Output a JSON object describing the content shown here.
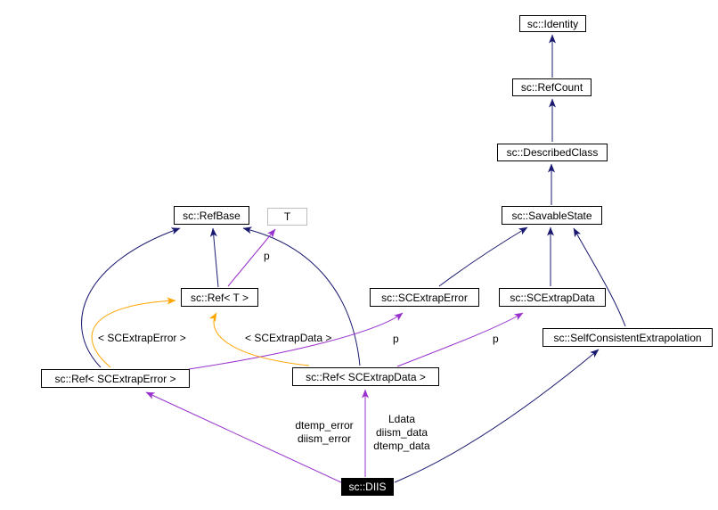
{
  "diagram": {
    "type": "uml-collaboration-diagram",
    "focal_class": "sc::DIIS"
  },
  "colors": {
    "inheritance_edge": "#191970",
    "usage_edge": "#9932CC",
    "template_edge": "#FFA500",
    "node_border": "#000000",
    "template_param_border": "#bdbdbd",
    "focal_fill": "#000000",
    "focal_text": "#ffffff",
    "background": "#ffffff"
  },
  "nodes": {
    "identity": {
      "label": "sc::Identity"
    },
    "refcount": {
      "label": "sc::RefCount"
    },
    "describedclass": {
      "label": "sc::DescribedClass"
    },
    "savablestate": {
      "label": "sc::SavableState"
    },
    "refbase": {
      "label": "sc::RefBase"
    },
    "t": {
      "label": "T"
    },
    "reft": {
      "label": "sc::Ref< T >"
    },
    "scextraperror": {
      "label": "sc::SCExtrapError"
    },
    "scextrapdata": {
      "label": "sc::SCExtrapData"
    },
    "selfconsistent": {
      "label": "sc::SelfConsistentExtrapolation"
    },
    "referror": {
      "label": "sc::Ref< SCExtrapError >"
    },
    "refdata": {
      "label": "sc::Ref< SCExtrapData >"
    },
    "diis": {
      "label": "sc::DIIS"
    }
  },
  "edge_labels": {
    "p_t": "p",
    "p_error": "p",
    "p_data": "p",
    "tmpl_error": "< SCExtrapError >",
    "tmpl_data": "< SCExtrapData >",
    "diis_error": "dtemp_error\ndiism_error",
    "diis_data": "Ldata\ndiism_data\ndtemp_data"
  },
  "edges": [
    {
      "from": "sc::RefCount",
      "to": "sc::Identity",
      "type": "inheritance"
    },
    {
      "from": "sc::DescribedClass",
      "to": "sc::RefCount",
      "type": "inheritance"
    },
    {
      "from": "sc::SavableState",
      "to": "sc::DescribedClass",
      "type": "inheritance"
    },
    {
      "from": "sc::SCExtrapError",
      "to": "sc::SavableState",
      "type": "inheritance"
    },
    {
      "from": "sc::SCExtrapData",
      "to": "sc::SavableState",
      "type": "inheritance"
    },
    {
      "from": "sc::SelfConsistentExtrapolation",
      "to": "sc::SavableState",
      "type": "inheritance"
    },
    {
      "from": "sc::Ref< T >",
      "to": "sc::RefBase",
      "type": "inheritance"
    },
    {
      "from": "sc::Ref< SCExtrapError >",
      "to": "sc::RefBase",
      "type": "inheritance"
    },
    {
      "from": "sc::Ref< SCExtrapData >",
      "to": "sc::RefBase",
      "type": "inheritance"
    },
    {
      "from": "sc::DIIS",
      "to": "sc::SelfConsistentExtrapolation",
      "type": "inheritance"
    },
    {
      "from": "sc::Ref< T >",
      "to": "T",
      "type": "usage",
      "label": "p"
    },
    {
      "from": "sc::Ref< SCExtrapError >",
      "to": "sc::SCExtrapError",
      "type": "usage",
      "label": "p"
    },
    {
      "from": "sc::Ref< SCExtrapData >",
      "to": "sc::SCExtrapData",
      "type": "usage",
      "label": "p"
    },
    {
      "from": "sc::DIIS",
      "to": "sc::Ref< SCExtrapError >",
      "type": "usage",
      "label": "dtemp_error diism_error"
    },
    {
      "from": "sc::DIIS",
      "to": "sc::Ref< SCExtrapData >",
      "type": "usage",
      "label": "Ldata diism_data dtemp_data"
    },
    {
      "from": "sc::Ref< SCExtrapError >",
      "to": "sc::Ref< T >",
      "type": "template-instance",
      "label": "< SCExtrapError >"
    },
    {
      "from": "sc::Ref< SCExtrapData >",
      "to": "sc::Ref< T >",
      "type": "template-instance",
      "label": "< SCExtrapData >"
    }
  ]
}
